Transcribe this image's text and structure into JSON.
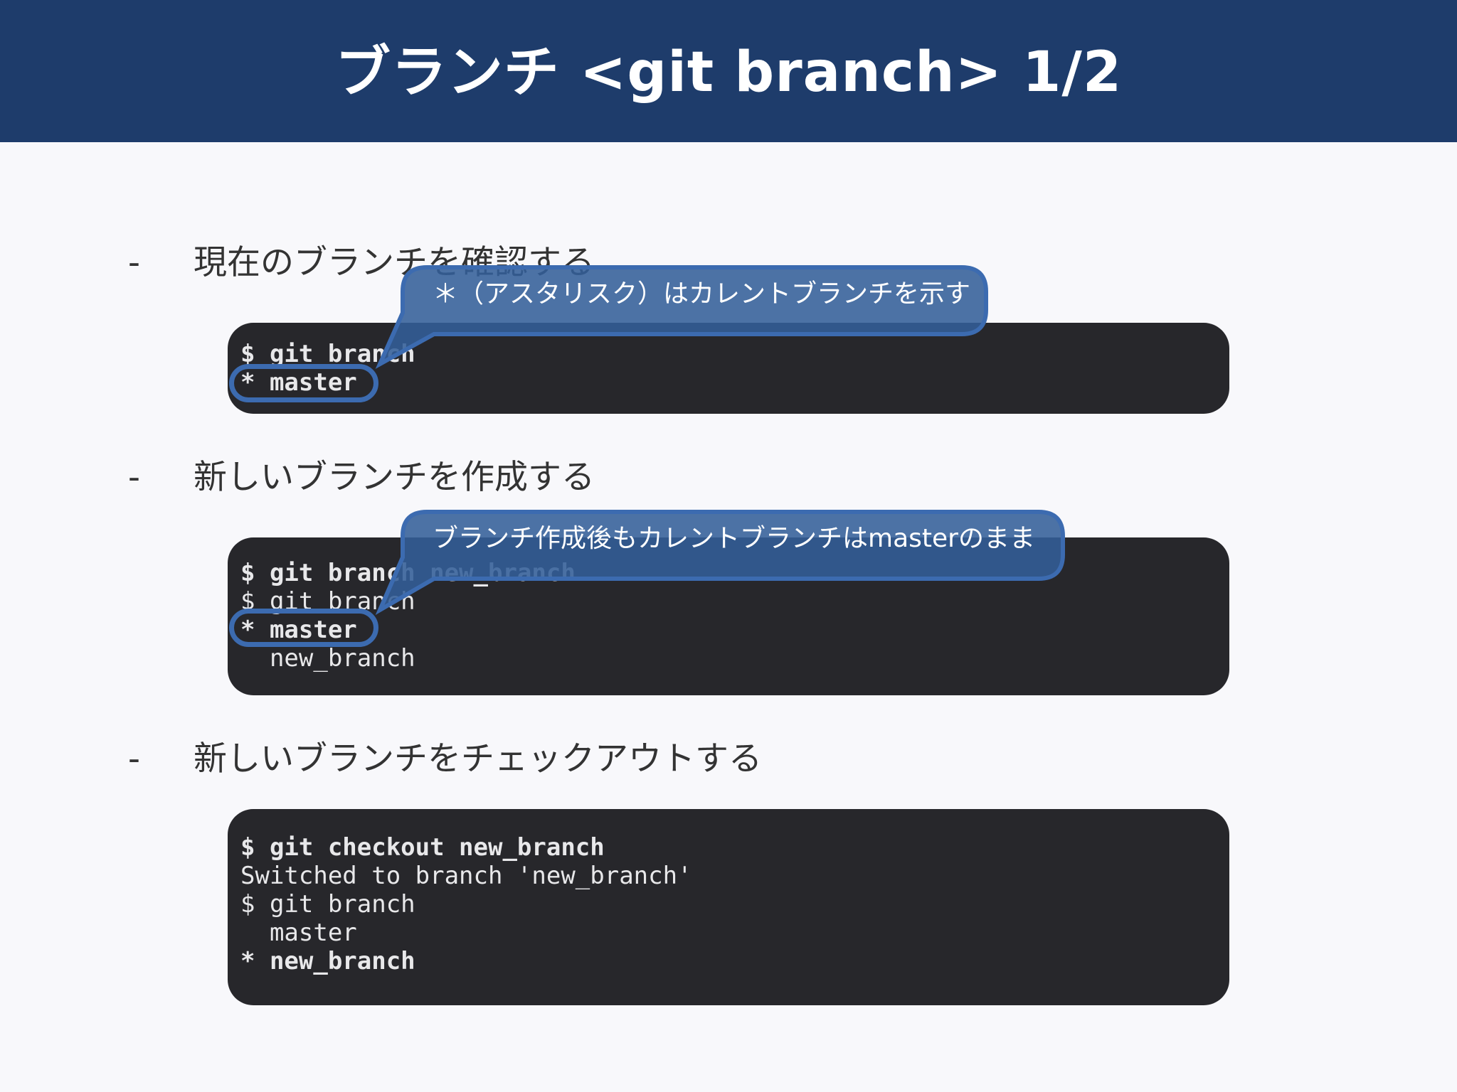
{
  "title": "ブランチ <git branch> 1/2",
  "colors": {
    "header": "#1e3c6b",
    "background": "#f8f8fb",
    "code_bg": "#27272b",
    "callout_fill": "#335e99",
    "callout_border": "#3c6bb0"
  },
  "sections": [
    {
      "dash": "-",
      "heading": "現在のブランチを確認する",
      "code": [
        "$ git branch",
        "* master"
      ],
      "callout": "＊（アスタリスク）はカレントブランチを示す"
    },
    {
      "dash": "-",
      "heading": "新しいブランチを作成する",
      "code": [
        "$ git branch new_branch",
        "$ git branch",
        "* master",
        "  new_branch"
      ],
      "callout": "ブランチ作成後もカレントブランチはmasterのまま"
    },
    {
      "dash": "-",
      "heading": "新しいブランチをチェックアウトする",
      "code": [
        "$ git checkout new_branch",
        "Switched to branch 'new_branch'",
        "$ git branch",
        "  master",
        "* new_branch"
      ]
    }
  ]
}
